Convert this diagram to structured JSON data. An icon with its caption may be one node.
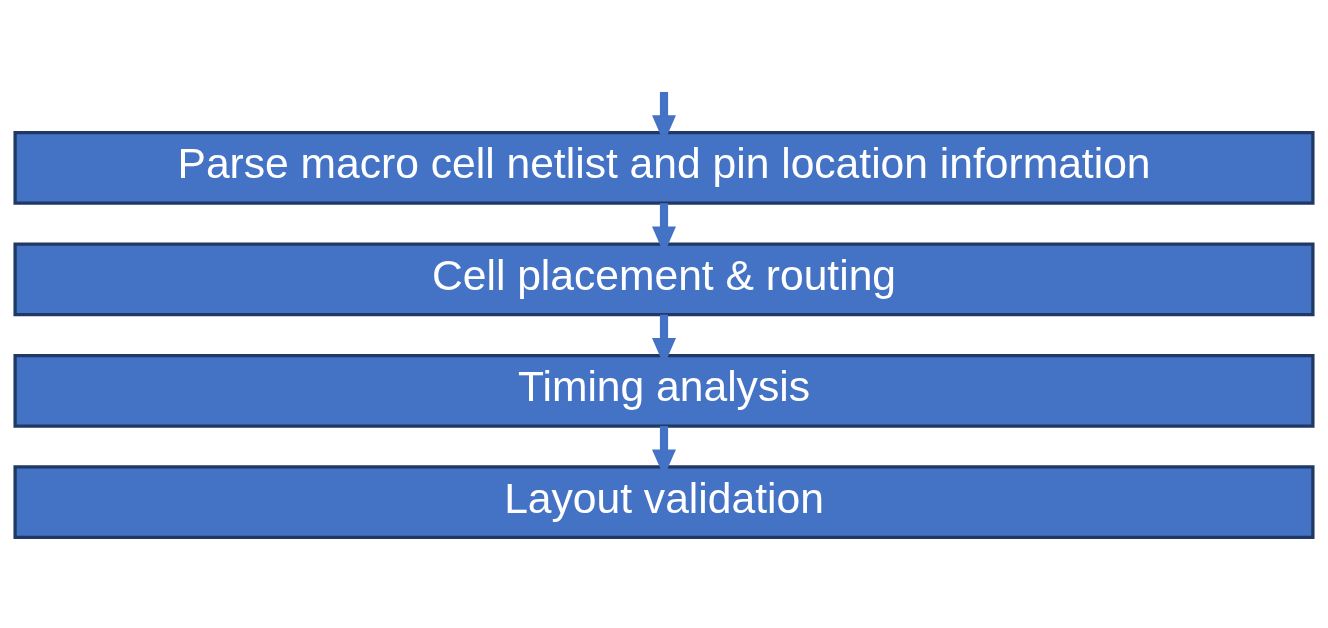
{
  "diagram": {
    "nodes": [
      {
        "text": [
          "Parse macro cell netlist and pin location information"
        ]
      },
      {
        "text": [
          "Cell placement & routing"
        ]
      },
      {
        "text": [
          "Timing analysis"
        ]
      },
      {
        "text": [
          "Layout validation"
        ]
      }
    ],
    "edges": [
      {
        "from": null,
        "to": 0,
        "arrow": "to"
      },
      {
        "from": 0,
        "to": 1,
        "arrow": "to"
      },
      {
        "from": 1,
        "to": 2,
        "arrow": "to"
      },
      {
        "from": 2,
        "to": 3,
        "arrow": "to"
      }
    ]
  }
}
